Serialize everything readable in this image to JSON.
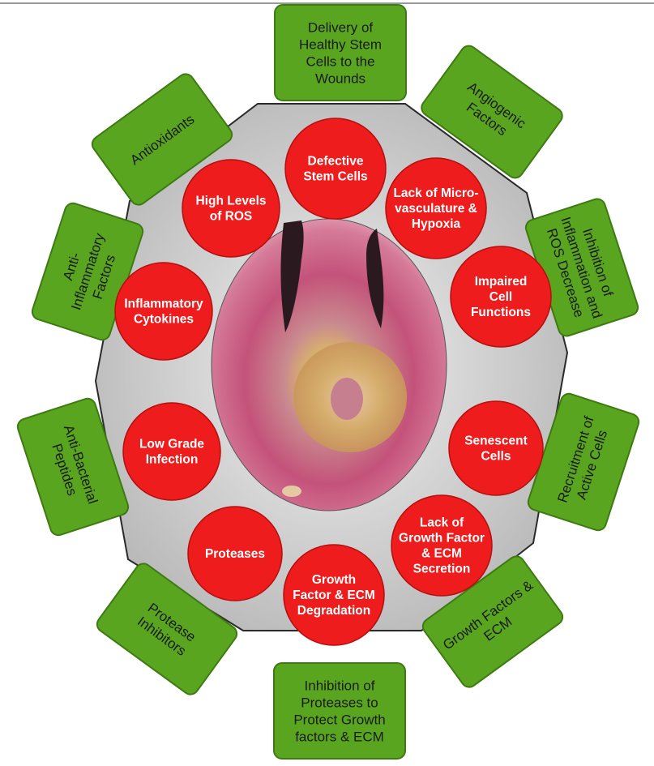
{
  "diagram": {
    "colors": {
      "box_fill": "#5aa51f",
      "box_stroke": "#3e7a12",
      "circle_fill": "#ee1c1c",
      "circle_stroke": "#b50f0f",
      "octagon_fill": "#c9c9c9",
      "octagon_stroke": "#2a2a2a",
      "wound_pink": "#c8547a",
      "wound_yellow": "#d9b77a"
    },
    "outer_boxes": [
      {
        "id": "delivery-stem-cells",
        "lines": [
          "Delivery of",
          "Healthy Stem",
          "Cells to the",
          "Wounds"
        ]
      },
      {
        "id": "angiogenic-factors",
        "lines": [
          "Angiogenic",
          "Factors"
        ]
      },
      {
        "id": "inhibition-inflammation-ros",
        "lines": [
          "Inhibition of",
          "Inflammation and",
          "ROS Decrease"
        ]
      },
      {
        "id": "recruitment-active-cells",
        "lines": [
          "Recruitment of",
          "Active Cells"
        ]
      },
      {
        "id": "growth-factors-ecm",
        "lines": [
          "Growth Factors &",
          "ECM"
        ]
      },
      {
        "id": "inhibition-proteases",
        "lines": [
          "Inhibition of",
          "Proteases to",
          "Protect Growth",
          "factors & ECM"
        ]
      },
      {
        "id": "protease-inhibitors",
        "lines": [
          "Protease",
          "Inhibitors"
        ]
      },
      {
        "id": "anti-bacterial-peptides",
        "lines": [
          "Anti-Bacterial",
          "Peptides"
        ]
      },
      {
        "id": "anti-inflammatory-factors",
        "lines": [
          "Anti-",
          "Inflammatory",
          "Factors"
        ]
      },
      {
        "id": "antioxidants",
        "lines": [
          "Antioxidants"
        ]
      }
    ],
    "inner_circles": [
      {
        "id": "defective-stem-cells",
        "lines": [
          "Defective",
          "Stem Cells"
        ]
      },
      {
        "id": "lack-microvasculature",
        "lines": [
          "Lack of Micro-",
          "vasculature &",
          "Hypoxia"
        ]
      },
      {
        "id": "impaired-cell-functions",
        "lines": [
          "Impaired",
          "Cell",
          "Functions"
        ]
      },
      {
        "id": "senescent-cells",
        "lines": [
          "Senescent",
          "Cells"
        ]
      },
      {
        "id": "lack-growth-factor-secretion",
        "lines": [
          "Lack of",
          "Growth Factor",
          "& ECM",
          "Secretion"
        ]
      },
      {
        "id": "growth-factor-ecm-degradation",
        "lines": [
          "Growth",
          "Factor & ECM",
          "Degradation"
        ]
      },
      {
        "id": "proteases",
        "lines": [
          "Proteases"
        ]
      },
      {
        "id": "low-grade-infection",
        "lines": [
          "Low Grade",
          "Infection"
        ]
      },
      {
        "id": "inflammatory-cytokines",
        "lines": [
          "Inflammatory",
          "Cytokines"
        ]
      },
      {
        "id": "high-levels-ros",
        "lines": [
          "High Levels",
          "of ROS"
        ]
      }
    ]
  }
}
